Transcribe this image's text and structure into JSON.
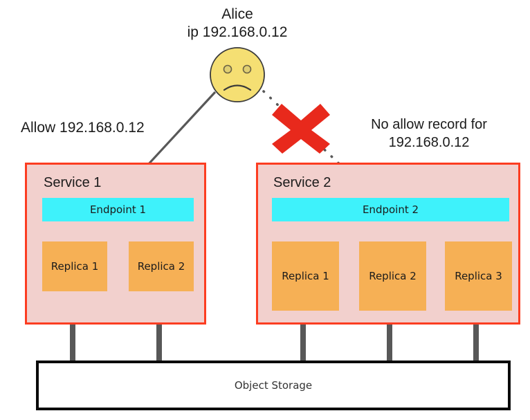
{
  "diagram": {
    "background_color": "#ffffff",
    "actor": {
      "name": "Alice",
      "ip_line": "ip 192.168.0.12",
      "face_color": "#f5df73",
      "face_outline_color": "#3a3a3a",
      "mood": "sad"
    },
    "annotations": {
      "allow_label": "Allow 192.168.0.12",
      "deny_label_line1": "No allow record for",
      "deny_label_line2": "192.168.0.12",
      "block_marker": "red-x",
      "block_marker_color": "#e8291c"
    },
    "arrows": [
      {
        "name": "allowed-arrow",
        "style": "solid",
        "color": "#585858",
        "from": "alice",
        "to": "endpoint-1"
      },
      {
        "name": "blocked-arrow",
        "style": "dotted",
        "color": "#585858",
        "from": "alice",
        "to": "endpoint-2"
      }
    ],
    "services": [
      {
        "title": "Service 1",
        "box_fill": "#f2d0cd",
        "box_border": "#fc3d21",
        "endpoint": {
          "label": "Endpoint 1",
          "fill": "#3ef2fb"
        },
        "replicas": [
          {
            "label": "Replica 1",
            "fill": "#f6b055"
          },
          {
            "label": "Replica 2",
            "fill": "#f6b055"
          }
        ]
      },
      {
        "title": "Service 2",
        "box_fill": "#f2d0cd",
        "box_border": "#fc3d21",
        "endpoint": {
          "label": "Endpoint 2",
          "fill": "#3ef2fb"
        },
        "replicas": [
          {
            "label": "Replica 1",
            "fill": "#f6b055"
          },
          {
            "label": "Replica 2",
            "fill": "#f6b055"
          },
          {
            "label": "Replica 3",
            "fill": "#f6b055"
          }
        ]
      }
    ],
    "storage": {
      "label": "Object Storage",
      "border_color": "#0a0a0a",
      "fill": "#ffffff"
    }
  }
}
